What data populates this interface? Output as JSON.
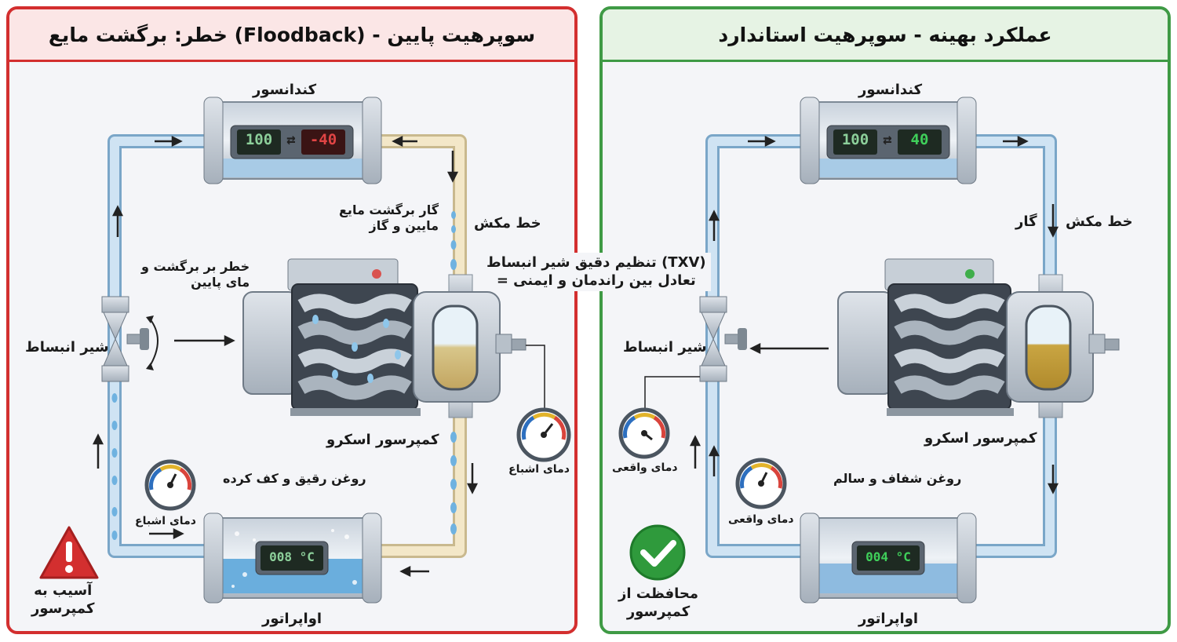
{
  "left": {
    "title": "خطر: برگشت مایع (Floodback) - سوپرهیت پایین",
    "condenser_label": "کندانسور",
    "condenser_display": {
      "value": "100",
      "arrow": "⇄",
      "target": "-40"
    },
    "liquid_return_label": "گار برگشت مایع\nمایین و گاز",
    "suction_line_label": "خط مکش",
    "expansion_risk_label": "خطر بر برگشت و\nمای پایین",
    "expansion_valve_label": "شیر انبساط",
    "compressor_label": "کمپرسور اسکرو",
    "oil_label": "روغن رقیق و کف کرده",
    "sat_temp_label_1": "دمای اشباع",
    "sat_temp_label_2": "دمای اشباع",
    "evaporator_label": "اواپراتور",
    "evaporator_display": "008 °C",
    "warning_label": "آسیب به\nکمپرسور"
  },
  "center": {
    "txv_note": "تنظیم دقیق شیر انبساط (TXV)\n= تعادل بین راندمان و ایمنی"
  },
  "right": {
    "title": "عملکرد بهینه - سوپرهیت استاندارد",
    "condenser_label": "کندانسور",
    "condenser_display": {
      "value": "100",
      "arrow": "⇄",
      "target": "40"
    },
    "gas_label": "گار",
    "suction_line_label": "خط مکش",
    "expansion_valve_label": "شیر انبساط",
    "compressor_label": "کمپرسور اسکرو",
    "oil_label": "روغن شفاف و سالم",
    "actual_temp_label_1": "دمای واقعی",
    "actual_temp_label_2": "دمای واقعی",
    "evaporator_label": "اواپراتور",
    "evaporator_display": "004 °C",
    "protection_label": "محافظت از\nکمپرسور"
  },
  "colors": {
    "danger": "#d32f2f",
    "safe": "#3f9a45",
    "pipe_blue": "#9ec8e8",
    "pipe_beige": "#f1e2bf",
    "oil_good": "#c9a542",
    "oil_foamy": "#d8c68a"
  }
}
